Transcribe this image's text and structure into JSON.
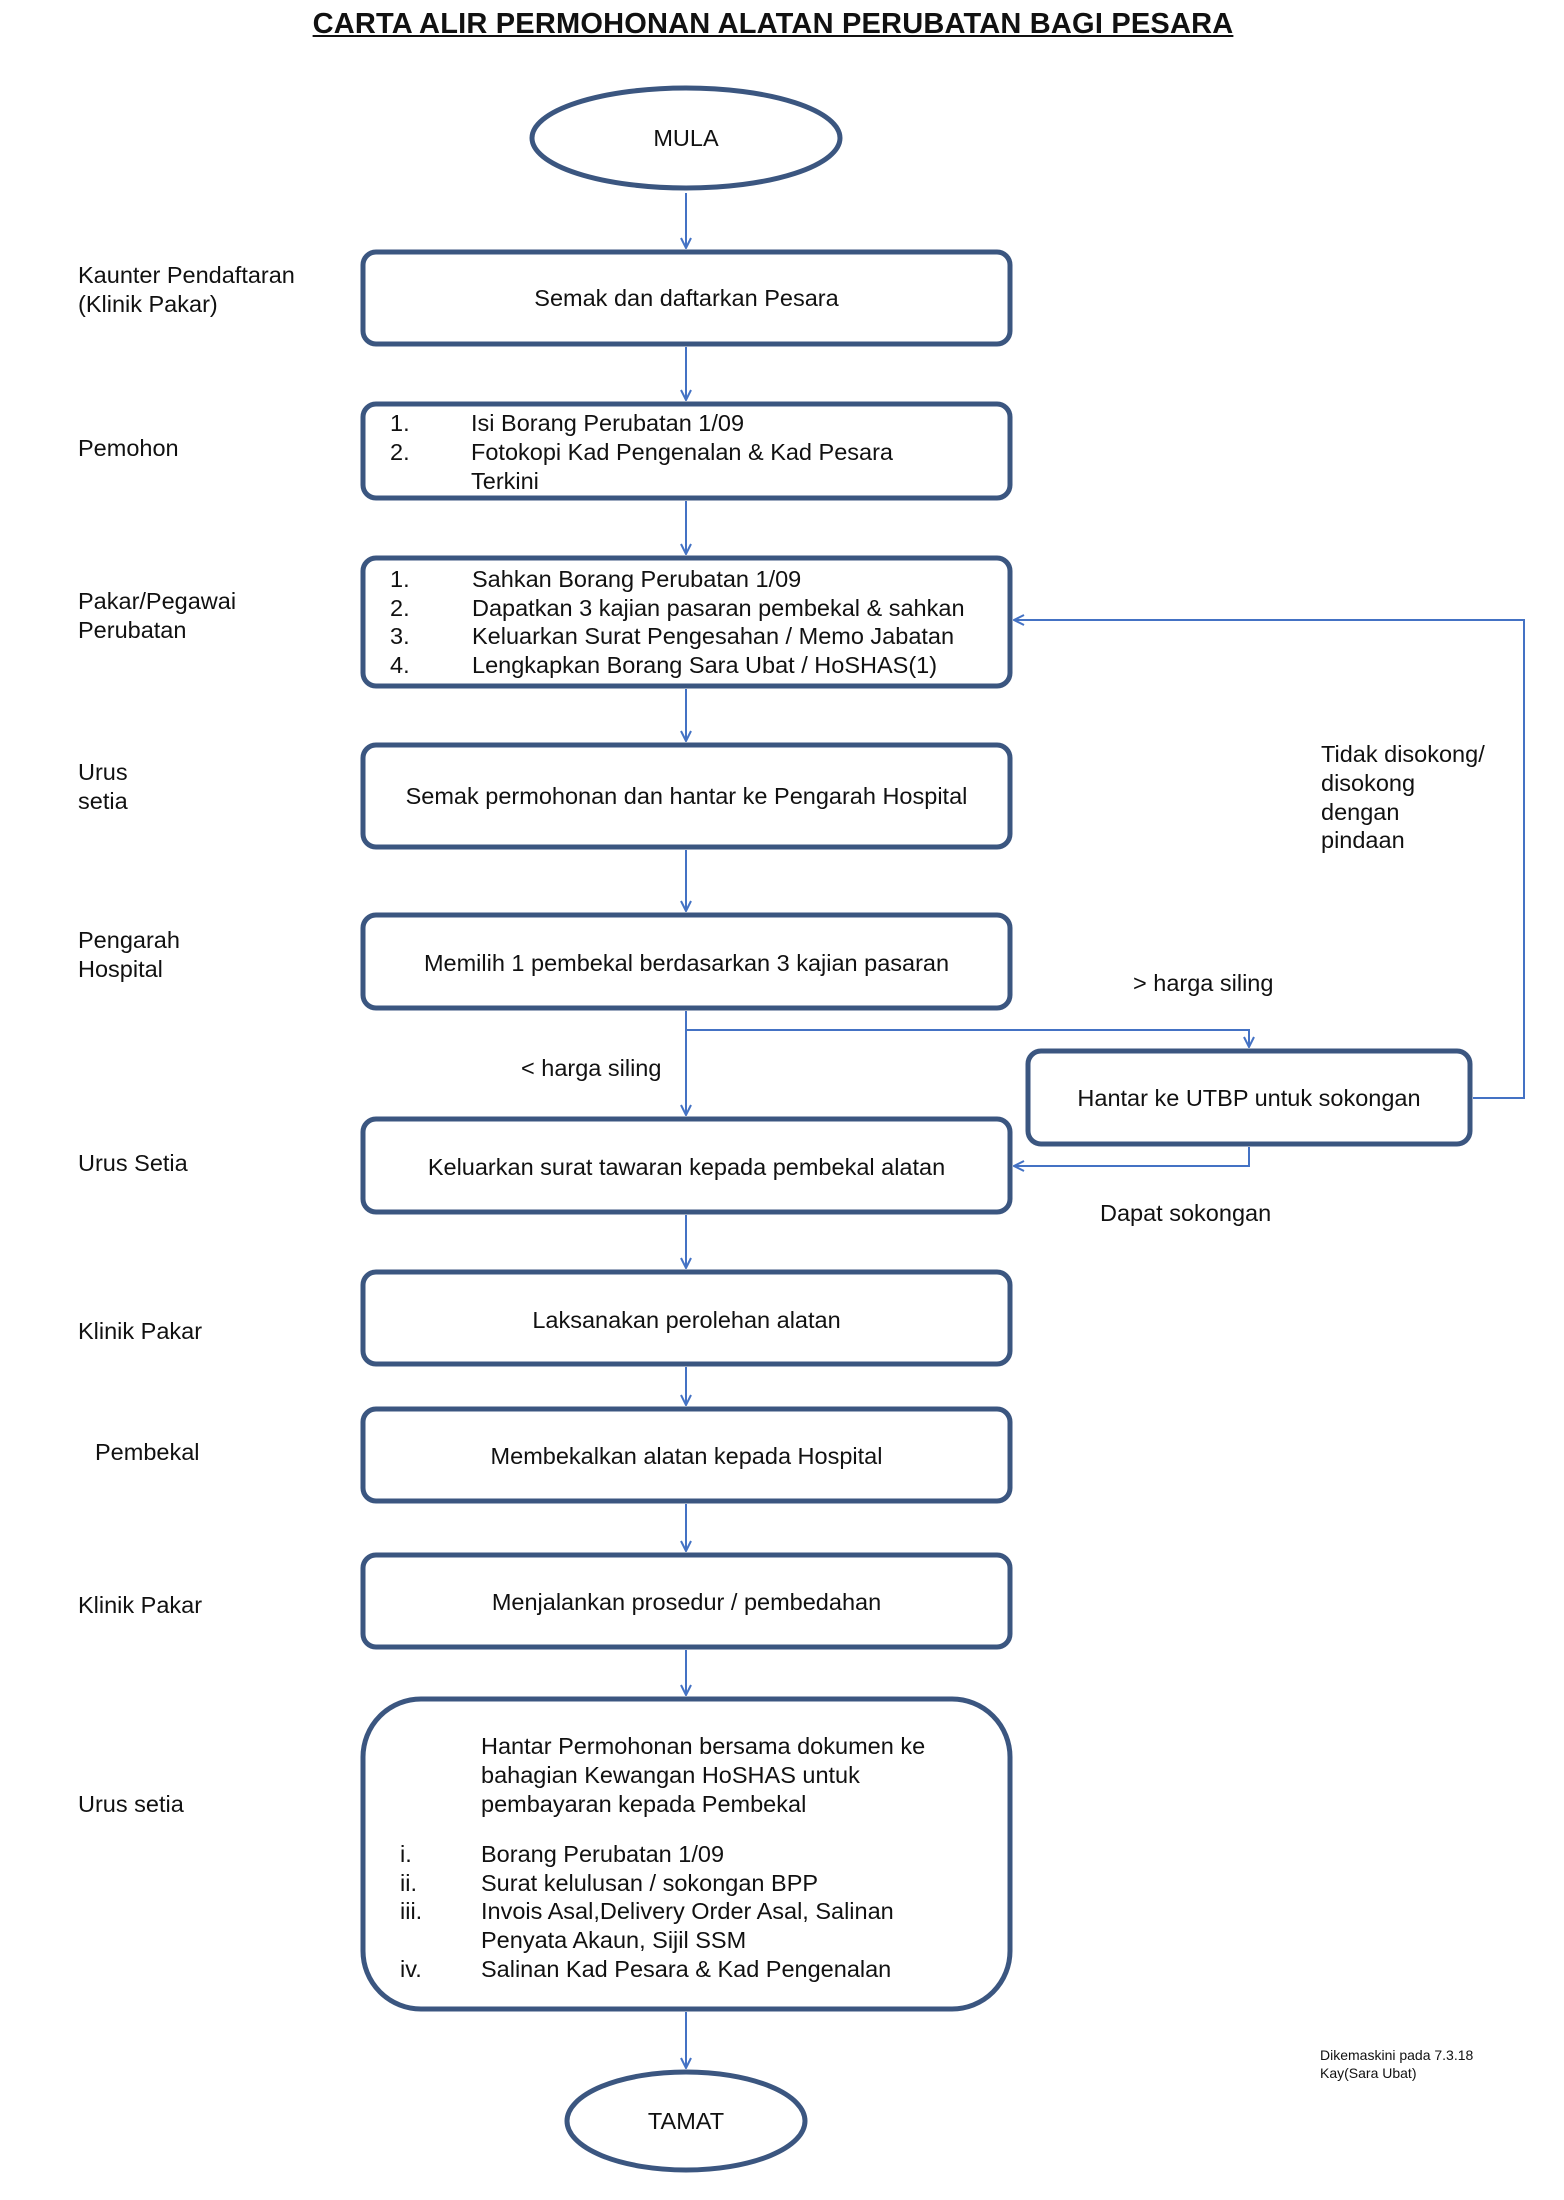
{
  "title": "CARTA ALIR PERMOHONAN ALATAN PERUBATAN BAGI PESARA",
  "start": "MULA",
  "end": "TAMAT",
  "lanes": {
    "kaunter_1": "Kaunter Pendaftaran",
    "kaunter_2": "(Klinik Pakar)",
    "pemohon": "Pemohon",
    "pakar_1": "Pakar/Pegawai",
    "pakar_2": "Perubatan",
    "urus_setia_a_1": "Urus",
    "urus_setia_a_2": "setia",
    "pengarah_1": "Pengarah",
    "pengarah_2": "Hospital",
    "urus_setia_b": "Urus Setia",
    "klinik_pakar_a": "Klinik Pakar",
    "pembekal": "Pembekal",
    "klinik_pakar_b": "Klinik Pakar",
    "urus_setia_c": "Urus setia"
  },
  "steps": {
    "semak_daftar": "Semak dan daftarkan Pesara",
    "pemohon_list": [
      {
        "num": "1.",
        "text": "Isi Borang  Perubatan 1/09"
      },
      {
        "num": "2.",
        "text": "Fotokopi Kad Pengenalan & Kad Pesara"
      },
      {
        "num": "",
        "text": "Terkini"
      }
    ],
    "pakar_list": [
      {
        "num": "1.",
        "text": "Sahkan Borang Perubatan 1/09"
      },
      {
        "num": "2.",
        "text": "Dapatkan 3 kajian pasaran pembekal & sahkan"
      },
      {
        "num": "3.",
        "text": "Keluarkan Surat Pengesahan / Memo Jabatan"
      },
      {
        "num": "4.",
        "text": "Lengkapkan Borang Sara Ubat / HoSHAS(1)"
      }
    ],
    "semak_hantar": "Semak permohonan dan hantar ke Pengarah Hospital",
    "memilih": "Memilih 1 pembekal berdasarkan 3 kajian pasaran",
    "utbp": "Hantar ke UTBP untuk sokongan",
    "surat_tawaran": "Keluarkan surat tawaran kepada pembekal alatan",
    "perolehan": "Laksanakan perolehan alatan",
    "membekalkan": "Membekalkan alatan kepada Hospital",
    "prosedur": "Menjalankan prosedur / pembedahan",
    "final_intro": [
      "Hantar Permohonan bersama dokumen ke",
      "bahagian  Kewangan HoSHAS  untuk",
      "pembayaran kepada Pembekal"
    ],
    "final_list": [
      {
        "num": "i.",
        "text": "Borang Perubatan 1/09"
      },
      {
        "num": "ii.",
        "text": "Surat kelulusan / sokongan BPP"
      },
      {
        "num": "iii.",
        "text": "Invois Asal,Delivery Order Asal, Salinan"
      },
      {
        "num": "",
        "text": "Penyata Akaun, Sijil SSM"
      },
      {
        "num": "iv.",
        "text": "Salinan Kad Pesara & Kad Pengenalan"
      }
    ]
  },
  "edge_labels": {
    "gt_siling": "> harga siling",
    "lt_siling": "< harga siling",
    "dapat": "Dapat sokongan",
    "tidak_1": "Tidak disokong/",
    "tidak_2": "disokong",
    "tidak_3": "dengan",
    "tidak_4": "pindaan"
  },
  "footer": {
    "line1": "Dikemaskini pada 7.3.18",
    "line2": "Kay(Sara Ubat)"
  },
  "colors": {
    "box_border": "#3b5680",
    "arrow": "#4472c4",
    "text": "#111111"
  }
}
